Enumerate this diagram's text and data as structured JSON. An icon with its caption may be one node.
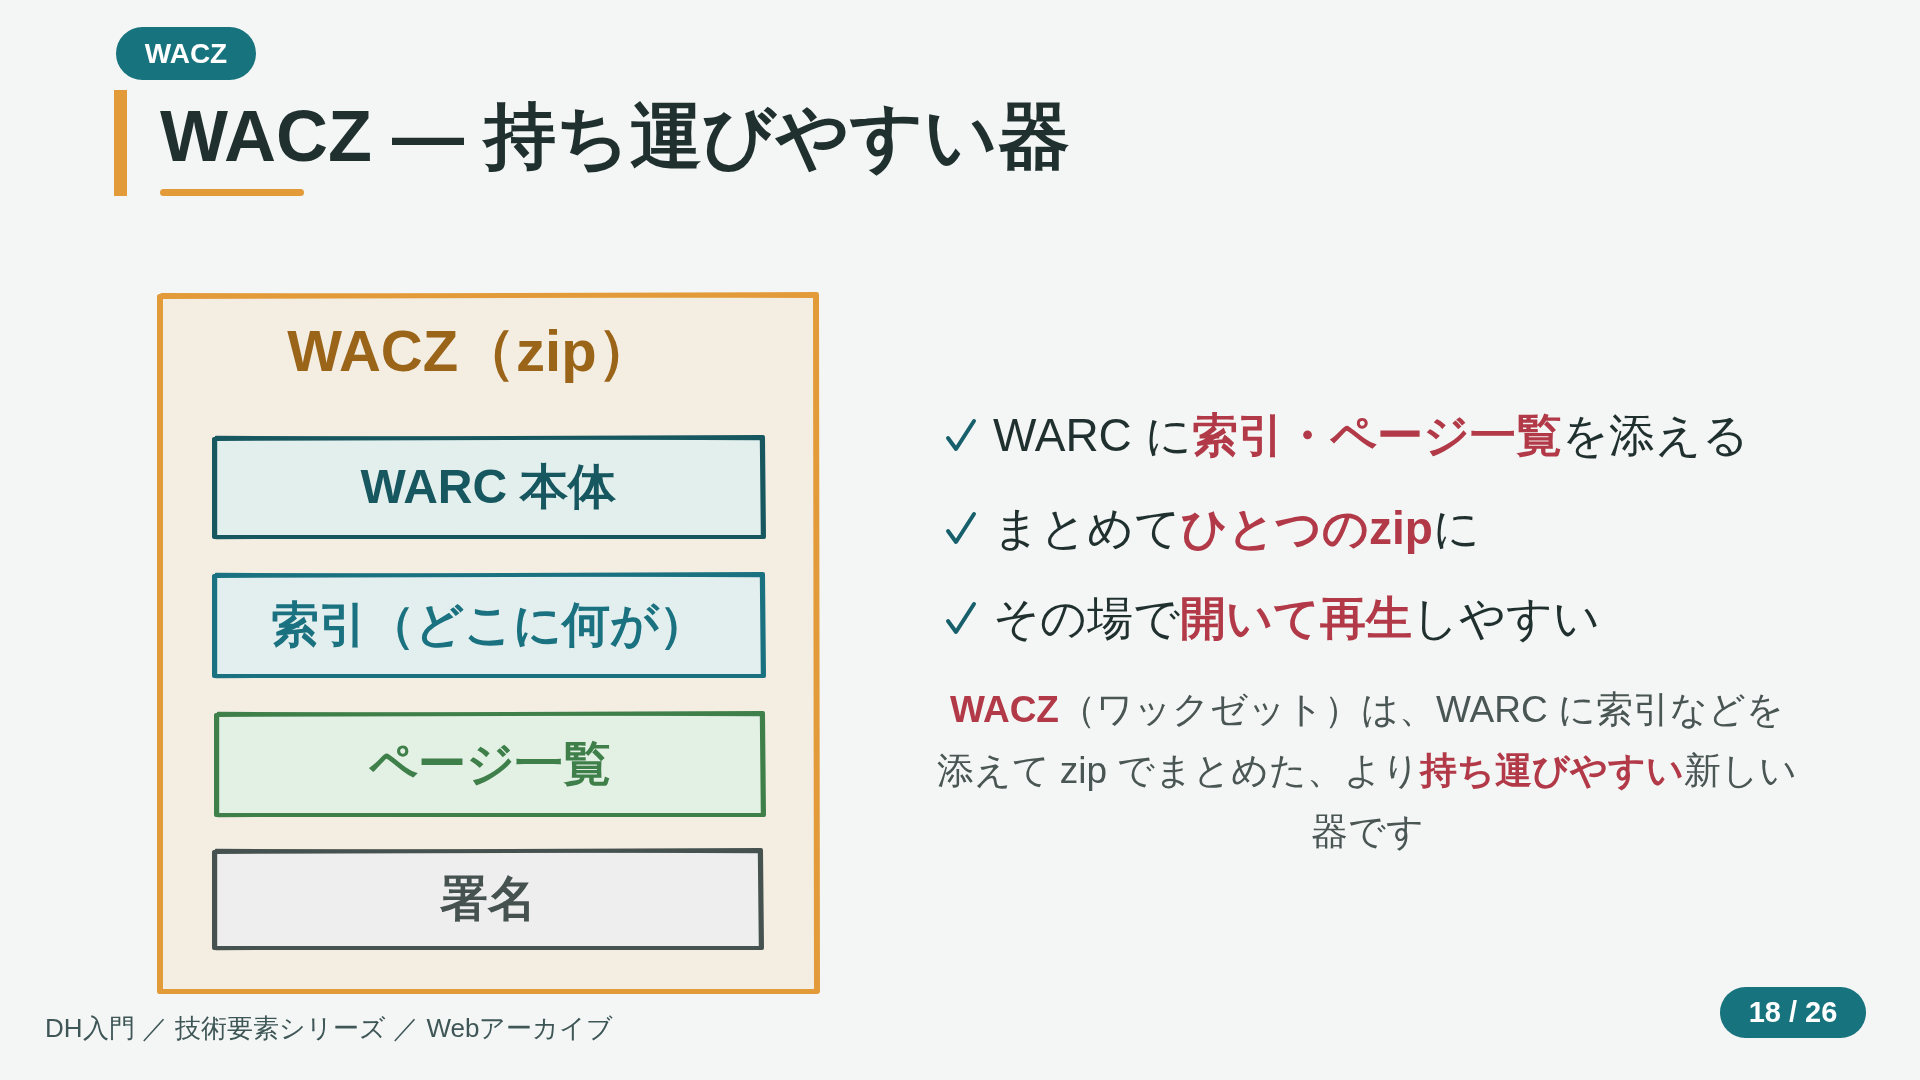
{
  "diagram": {
    "title": "WACZ — 持ち運びやすい器",
    "nodes": [
      {
        "text": [
          "WACZ（zip）"
        ]
      },
      {
        "text": [
          "WARC 本体"
        ],
        "in": 0
      },
      {
        "text": [
          "索引（どこに何が）"
        ],
        "in": 0
      },
      {
        "text": [
          "ページ一覧"
        ],
        "in": 0
      },
      {
        "text": [
          "署名"
        ],
        "in": 0
      }
    ],
    "labels": [
      "WACZ",
      "WARC に**索引・ページ一覧**を添える",
      "まとめて**ひとつのzip**に",
      "その場で**開いて再生**しやすい",
      "**WACZ**（ワックゼット）は、WARC に索引などを添えて zip でまとめた、より**持ち運びやすい**新しい器です",
      "DH入門 ／ 技術要素シリーズ ／ Webアーカイブ",
      "18 / 26"
    ]
  }
}
